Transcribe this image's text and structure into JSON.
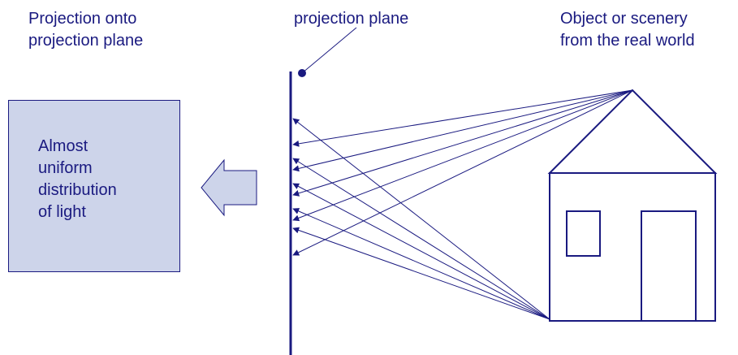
{
  "labels": {
    "left_title_line1": "Projection onto",
    "left_title_line2": "projection plane",
    "plane_title": "projection plane",
    "object_title_line1": "Object or scenery",
    "object_title_line2": "from the real world"
  },
  "result_box": {
    "lines": [
      "Almost",
      "uniform",
      "distribution",
      "of light"
    ]
  },
  "colors": {
    "ink": "#1a1a80",
    "box_fill": "#cdd4ea",
    "arrow_fill": "#cdd4ea"
  }
}
